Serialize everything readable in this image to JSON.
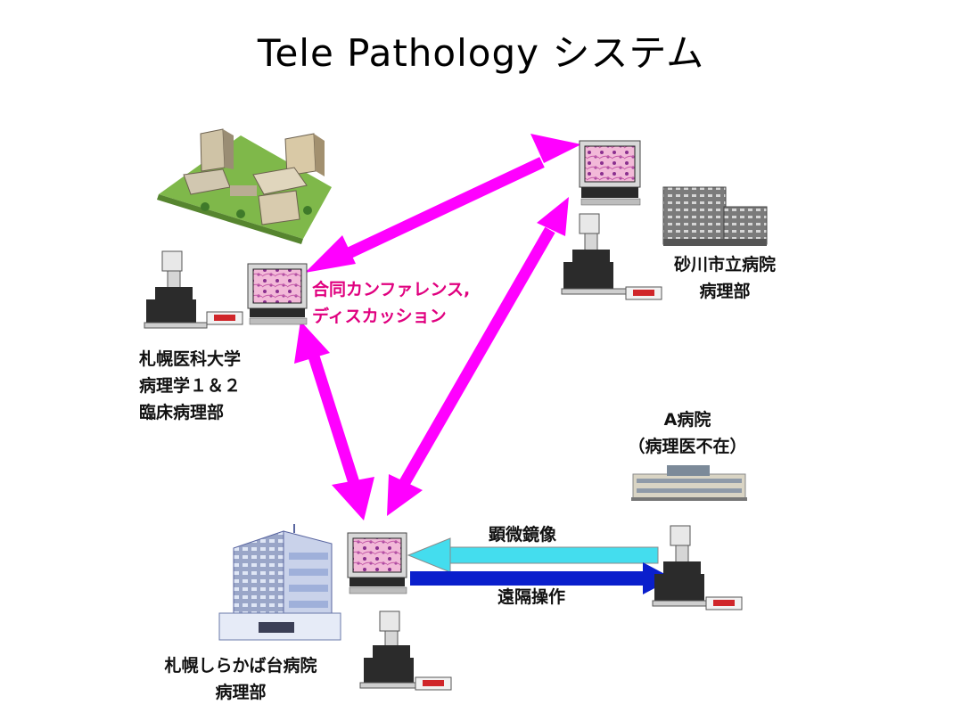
{
  "title": "Tele Pathology システム",
  "conference": {
    "line1": "合同カンファレンス,",
    "line2": "ディスカッション"
  },
  "sites": {
    "sapporo_med": {
      "line1": "札幌医科大学",
      "line2": "病理学１＆２",
      "line3": "臨床病理部"
    },
    "sunagawa": {
      "line1": "砂川市立病院",
      "line2": "病理部"
    },
    "hospital_a": {
      "line1": "A病院",
      "line2": "（病理医不在）"
    },
    "shirakabadai": {
      "line1": "札幌しらかば台病院",
      "line2": "病理部"
    }
  },
  "links": {
    "microscope_image": "顕微鏡像",
    "remote_control": "遠隔操作"
  },
  "colors": {
    "magenta_arrow": "#ff00ff",
    "cyan_arrow": "#44ddee",
    "blue_arrow": "#0a1fcc",
    "conference_text": "#e0007f"
  }
}
